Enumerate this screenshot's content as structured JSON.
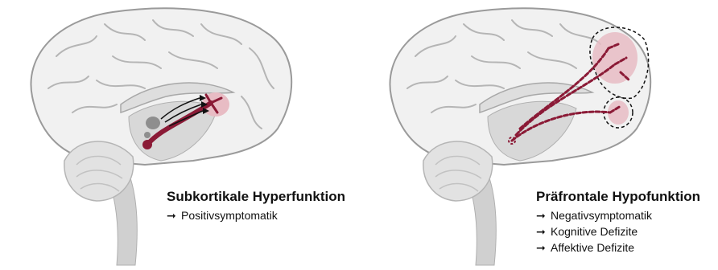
{
  "left": {
    "title": "Subkortikale Hyperfunktion",
    "items": [
      {
        "arrow": "➞",
        "text": "Positivsymptomatik"
      }
    ]
  },
  "right": {
    "title": "Präfrontale Hypofunktion",
    "items": [
      {
        "arrow": "➞",
        "text": "Negativsymptomatik"
      },
      {
        "arrow": "➞",
        "text": "Kognitive Defizite"
      },
      {
        "arrow": "➞",
        "text": "Affektive Defizite"
      }
    ]
  },
  "colors": {
    "pathway": "#8b1a36",
    "highlight": "#e8bcc4",
    "cortex_fill": "#f1f1f1",
    "cortex_stroke": "#9a9a9a",
    "subcortical": "#d8d8d8"
  }
}
